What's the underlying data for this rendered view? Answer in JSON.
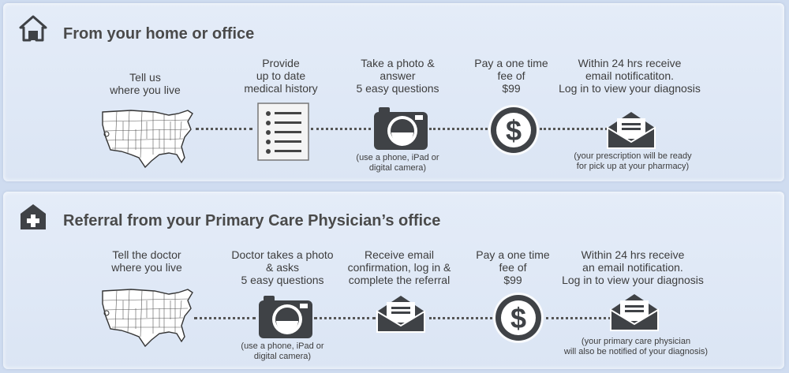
{
  "section_home": {
    "icon": "home-icon",
    "title": "From your home or office",
    "steps": [
      {
        "label": "Tell us\nwhere you live",
        "icon": "us-map-icon",
        "note": ""
      },
      {
        "label": "Provide\nup to date\nmedical history",
        "icon": "checklist-icon",
        "note": ""
      },
      {
        "label": "Take a photo &\nanswer\n5 easy questions",
        "icon": "camera-icon",
        "note": "(use a phone, iPad or\ndigital camera)"
      },
      {
        "label": "Pay a one time\nfee of\n$99",
        "icon": "dollar-icon",
        "note": ""
      },
      {
        "label": "Within 24 hrs receive\nemail notificatiton.\nLog in to view your diagnosis",
        "icon": "envelope-icon",
        "note": "(your prescription will be ready\nfor pick up at your pharmacy)"
      }
    ]
  },
  "section_referral": {
    "icon": "medical-cross-icon",
    "title": "Referral from your Primary Care Physician’s office",
    "steps": [
      {
        "label": "Tell the doctor\nwhere you live",
        "icon": "us-map-icon",
        "note": ""
      },
      {
        "label": "Doctor takes a photo\n& asks\n5 easy questions",
        "icon": "camera-icon",
        "note": "(use a phone, iPad or\ndigital camera)"
      },
      {
        "label": "Receive email\nconfirmation, log in &\ncomplete the referral",
        "icon": "envelope-icon",
        "note": ""
      },
      {
        "label": "Pay a one time\nfee of\n$99",
        "icon": "dollar-icon",
        "note": ""
      },
      {
        "label": "Within 24 hrs receive\nan email notification.\nLog in to view your diagnosis",
        "icon": "envelope-icon",
        "note": "(your primary care physician\nwill also be notified of your diagnosis)"
      }
    ]
  },
  "colors": {
    "background": "#cfdcf0",
    "panel": "#e0e9f6",
    "icon_dark": "#3f4246",
    "text": "#3d3d3d"
  }
}
